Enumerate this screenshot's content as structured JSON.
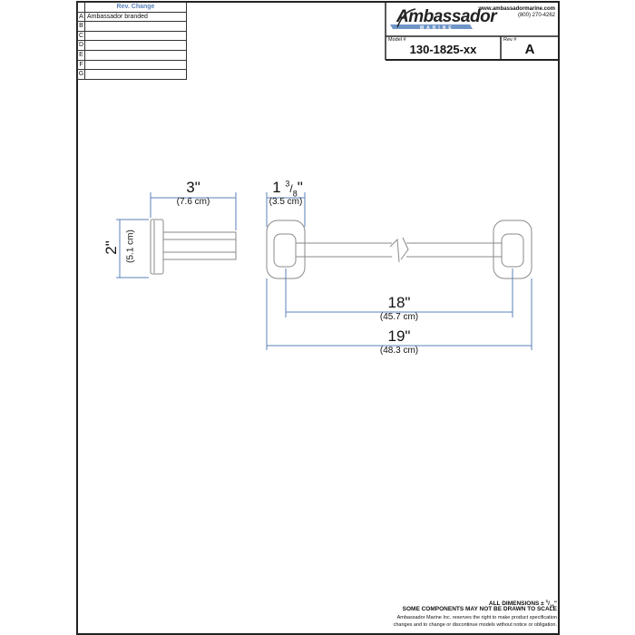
{
  "revision_block": {
    "header": "Rev. Change",
    "rows": [
      {
        "letter": "A",
        "change": "Ambassador branded"
      },
      {
        "letter": "B",
        "change": ""
      },
      {
        "letter": "C",
        "change": ""
      },
      {
        "letter": "D",
        "change": ""
      },
      {
        "letter": "E",
        "change": ""
      },
      {
        "letter": "F",
        "change": ""
      },
      {
        "letter": "G",
        "change": ""
      }
    ]
  },
  "title_block": {
    "logo_name": "Ambassador",
    "logo_sub": "MARINE",
    "website": "www.ambassadormarine.com",
    "phone": "(800) 270-4262",
    "model_label": "Model #",
    "model_value": "130-1825-xx",
    "rev_label": "Rev #",
    "rev_value": "A"
  },
  "dimensions": {
    "depth": {
      "imperial": "3\"",
      "metric": "(7.6 cm)"
    },
    "height": {
      "imperial": "2\"",
      "metric": "(5.1 cm)"
    },
    "post_width": {
      "imperial_whole": "1",
      "imperial_fraction_num": "3",
      "imperial_fraction_den": "8",
      "imperial_suffix": "\"",
      "metric": "(3.5 cm)"
    },
    "center_to_center": {
      "imperial": "18\"",
      "metric": "(45.7 cm)"
    },
    "overall_length": {
      "imperial": "19\"",
      "metric": "(48.3 cm)"
    }
  },
  "footer": {
    "line1_prefix": "ALL DIMENSIONS ±",
    "line1_tolerance_num": "1",
    "line1_tolerance_den": "16",
    "line1_suffix": "\"",
    "line2": "SOME COMPONENTS MAY NOT BE DRAWN TO SCALE",
    "line3": "Ambassador Marine Inc. reserves the right to make product specification",
    "line4": "changes and to change or discontinue models without notice or obligation."
  },
  "colors": {
    "dimension_line": "#5b82b8",
    "border": "#222222",
    "outline": "#8a8a8a"
  }
}
